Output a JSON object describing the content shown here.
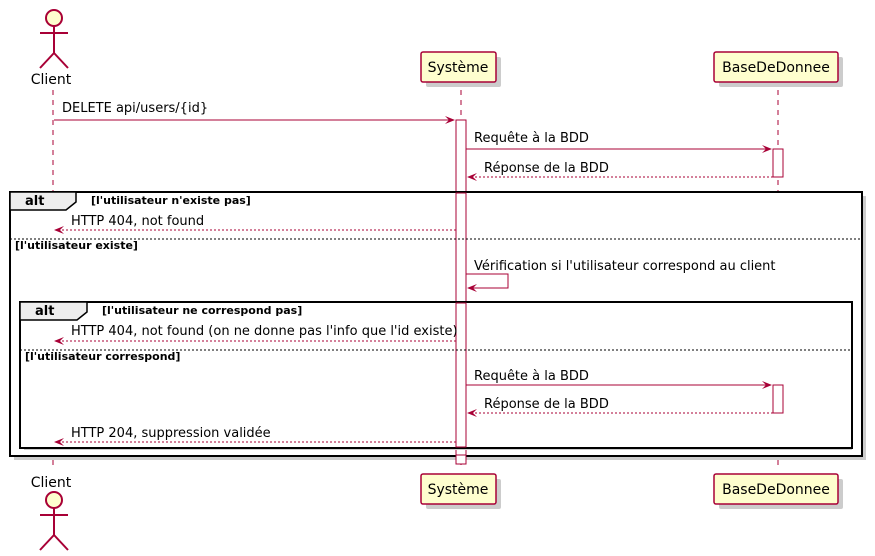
{
  "participants": {
    "client": "Client",
    "systeme": "Système",
    "bdd": "BaseDeDonnee"
  },
  "messages": {
    "m1": "DELETE api/users/{id}",
    "m2": "Requête à la BDD",
    "m3": "Réponse de la BDD",
    "m4": "HTTP 404, not found",
    "m5": "Vérification si l'utilisateur correspond au client",
    "m6": "HTTP 404, not found (on ne donne pas l'info que l'id existe)",
    "m7": "Requête à la BDD",
    "m8": "Réponse de la BDD",
    "m9": "HTTP 204, suppression validée"
  },
  "frames": {
    "alt_keyword": "alt",
    "outer_guard_1": "[l'utilisateur n'existe pas]",
    "outer_guard_2": "[l'utilisateur existe]",
    "inner_guard_1": "[l'utilisateur ne correspond pas]",
    "inner_guard_2": "[l'utilisateur correspond]"
  },
  "colors": {
    "line": "#A80036",
    "box_fill": "#FEFECE"
  }
}
